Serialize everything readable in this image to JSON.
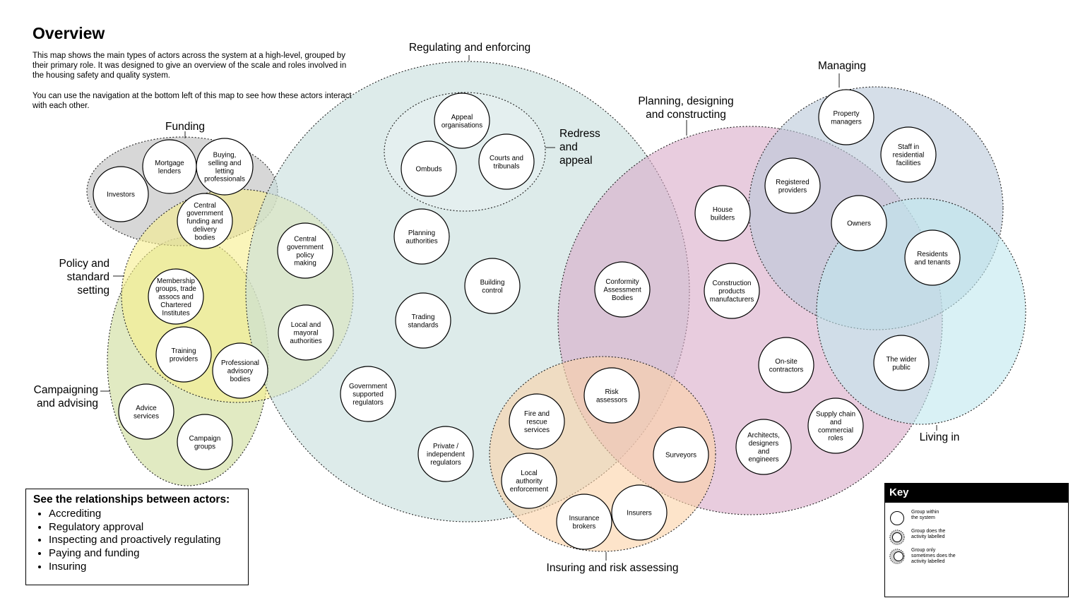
{
  "header": {
    "title": "Overview",
    "intro_p1": "This map shows the main types of actors across the system at a high-level, grouped by their primary role. It was designed to give an overview of the scale and roles involved in the housing safety and quality system.",
    "intro_p2": "You can use the navigation at the bottom left of this map to see how these actors interact with each other."
  },
  "groups": {
    "funding": "Funding",
    "regulating": "Regulating and enforcing",
    "redress_1": "Redress",
    "redress_2": "and",
    "redress_3": "appeal",
    "planning_1": "Planning, designing",
    "planning_2": "and constructing",
    "managing": "Managing",
    "policy_1": "Policy and",
    "policy_2": "standard",
    "policy_3": "setting",
    "campaigning_1": "Campaigning",
    "campaigning_2": "and advising",
    "insuring": "Insuring and risk assessing",
    "living": "Living in"
  },
  "actors": [
    {
      "id": "investors",
      "lines": [
        "Investors"
      ]
    },
    {
      "id": "mortgage-lenders",
      "lines": [
        "Mortgage",
        "lenders"
      ]
    },
    {
      "id": "buying-selling",
      "lines": [
        "Buying,",
        "selling and",
        "letting",
        "professionals"
      ]
    },
    {
      "id": "central-gov-funding",
      "lines": [
        "Central",
        "government",
        "funding and",
        "delivery",
        "bodies"
      ]
    },
    {
      "id": "central-gov-policy",
      "lines": [
        "Central",
        "government",
        "policy",
        "making"
      ]
    },
    {
      "id": "local-mayoral",
      "lines": [
        "Local and",
        "mayoral",
        "authorities"
      ]
    },
    {
      "id": "membership-groups",
      "lines": [
        "Membership",
        "groups, trade",
        "assocs and",
        "Chartered",
        "Institutes"
      ]
    },
    {
      "id": "training-providers",
      "lines": [
        "Training",
        "providers"
      ]
    },
    {
      "id": "professional-advisory",
      "lines": [
        "Professional",
        "advisory",
        "bodies"
      ]
    },
    {
      "id": "advice-services",
      "lines": [
        "Advice",
        "services"
      ]
    },
    {
      "id": "campaign-groups",
      "lines": [
        "Campaign",
        "groups"
      ]
    },
    {
      "id": "appeal-organisations",
      "lines": [
        "Appeal",
        "organisations"
      ]
    },
    {
      "id": "ombuds",
      "lines": [
        "Ombuds"
      ]
    },
    {
      "id": "courts-tribunals",
      "lines": [
        "Courts and",
        "tribunals"
      ]
    },
    {
      "id": "planning-authorities",
      "lines": [
        "Planning",
        "authorities"
      ]
    },
    {
      "id": "building-control",
      "lines": [
        "Building",
        "control"
      ]
    },
    {
      "id": "trading-standards",
      "lines": [
        "Trading",
        "standards"
      ]
    },
    {
      "id": "gov-supported-regulators",
      "lines": [
        "Government",
        "supported",
        "regulators"
      ]
    },
    {
      "id": "private-regulators",
      "lines": [
        "Private /",
        "independent",
        "regulators"
      ]
    },
    {
      "id": "conformity-assessment",
      "lines": [
        "Conformity",
        "Assessment",
        "Bodies"
      ]
    },
    {
      "id": "house-builders",
      "lines": [
        "House",
        "builders"
      ]
    },
    {
      "id": "construction-products",
      "lines": [
        "Construction",
        "products",
        "manufacturers"
      ]
    },
    {
      "id": "registered-providers",
      "lines": [
        "Registered",
        "providers"
      ]
    },
    {
      "id": "property-managers",
      "lines": [
        "Property",
        "managers"
      ]
    },
    {
      "id": "staff-residential",
      "lines": [
        "Staff in",
        "residential",
        "facilities"
      ]
    },
    {
      "id": "owners",
      "lines": [
        "Owners"
      ]
    },
    {
      "id": "residents-tenants",
      "lines": [
        "Residents",
        "and tenants"
      ]
    },
    {
      "id": "wider-public",
      "lines": [
        "The wider",
        "public"
      ]
    },
    {
      "id": "on-site-contractors",
      "lines": [
        "On-site",
        "contractors"
      ]
    },
    {
      "id": "supply-chain",
      "lines": [
        "Supply chain",
        "and",
        "commercial",
        "roles"
      ]
    },
    {
      "id": "architects",
      "lines": [
        "Architects,",
        "designers",
        "and",
        "engineers"
      ]
    },
    {
      "id": "risk-assessors",
      "lines": [
        "Risk",
        "assessors"
      ]
    },
    {
      "id": "fire-rescue",
      "lines": [
        "Fire and",
        "rescue",
        "services"
      ]
    },
    {
      "id": "local-authority-enforcement",
      "lines": [
        "Local",
        "authority",
        "enforcement"
      ]
    },
    {
      "id": "surveyors",
      "lines": [
        "Surveyors"
      ]
    },
    {
      "id": "insurance-brokers",
      "lines": [
        "Insurance",
        "brokers"
      ]
    },
    {
      "id": "insurers",
      "lines": [
        "Insurers"
      ]
    }
  ],
  "navigation": {
    "heading": "See the relationships between actors:",
    "items": [
      "Accrediting",
      "Regulatory approval",
      "Inspecting and proactively regulating",
      "Paying and funding",
      "Insuring"
    ]
  },
  "key": {
    "title": "Key",
    "items": [
      {
        "symbol": "plain-circle",
        "lines": [
          "Group within",
          "the system"
        ]
      },
      {
        "symbol": "dashed-ring-circle",
        "lines": [
          "Group does the",
          "activity labelled"
        ]
      },
      {
        "symbol": "dotted-shaded-circle",
        "lines": [
          "Group only",
          "sometimes does the",
          "activity labelled"
        ]
      }
    ]
  },
  "colors": {
    "funding": "#bdbdbd",
    "regulating": "#c6dedc",
    "redress": "#e9f2f1",
    "policy": "#f7ee8c",
    "campaigning": "#cddc9a",
    "planning": "#d9aac8",
    "managing": "#b9c8d9",
    "living": "#bfe7ee",
    "insuring": "#fbd2a6"
  }
}
